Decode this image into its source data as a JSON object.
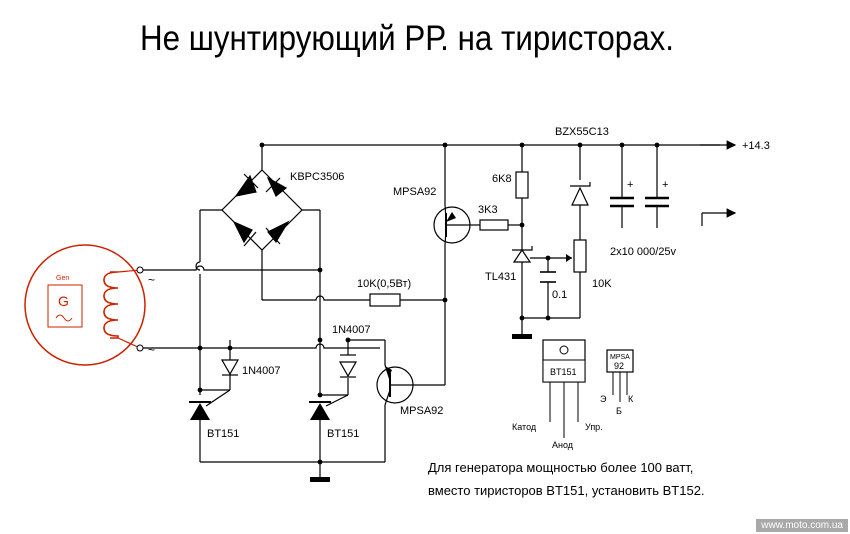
{
  "title": "Не шунтирующий РР. на тиристорах.",
  "generator": {
    "label": "Gen",
    "symbol": "G",
    "tilde": "~"
  },
  "components": {
    "bridge": "KBPC3506",
    "q_top": "MPSA92",
    "q_bottom": "MPSA92",
    "r_6k8": "6K8",
    "r_3k3": "3K3",
    "r_10k_power": "10K(0,5Вт)",
    "zener": "BZX55C13",
    "tl431": "TL431",
    "cap_01": "0.1",
    "pot_10k": "10K",
    "caps": "2x10 000/25v",
    "diode_1": "1N4007",
    "diode_2": "1N4007",
    "thy_1": "BT151",
    "thy_2": "BT151",
    "output": "+14.3",
    "plus_sign": "+"
  },
  "packages": {
    "bt151": {
      "name": "BT151",
      "pins": [
        "Катод",
        "Анод",
        "Упр."
      ]
    },
    "mpsa92": {
      "name_top": "MPSA",
      "name_bottom": "92",
      "pins": [
        "Э",
        "Б",
        "К"
      ]
    }
  },
  "note": {
    "line1": "Для генератора мощностью более 100 ватт,",
    "line2": "вместо тиристоров BT151, установить BT152."
  },
  "watermark": "www.moto.com.ua",
  "colors": {
    "wire": "#000000",
    "generator": "#cc2200",
    "watermark_bg": "#a9a9a9"
  }
}
